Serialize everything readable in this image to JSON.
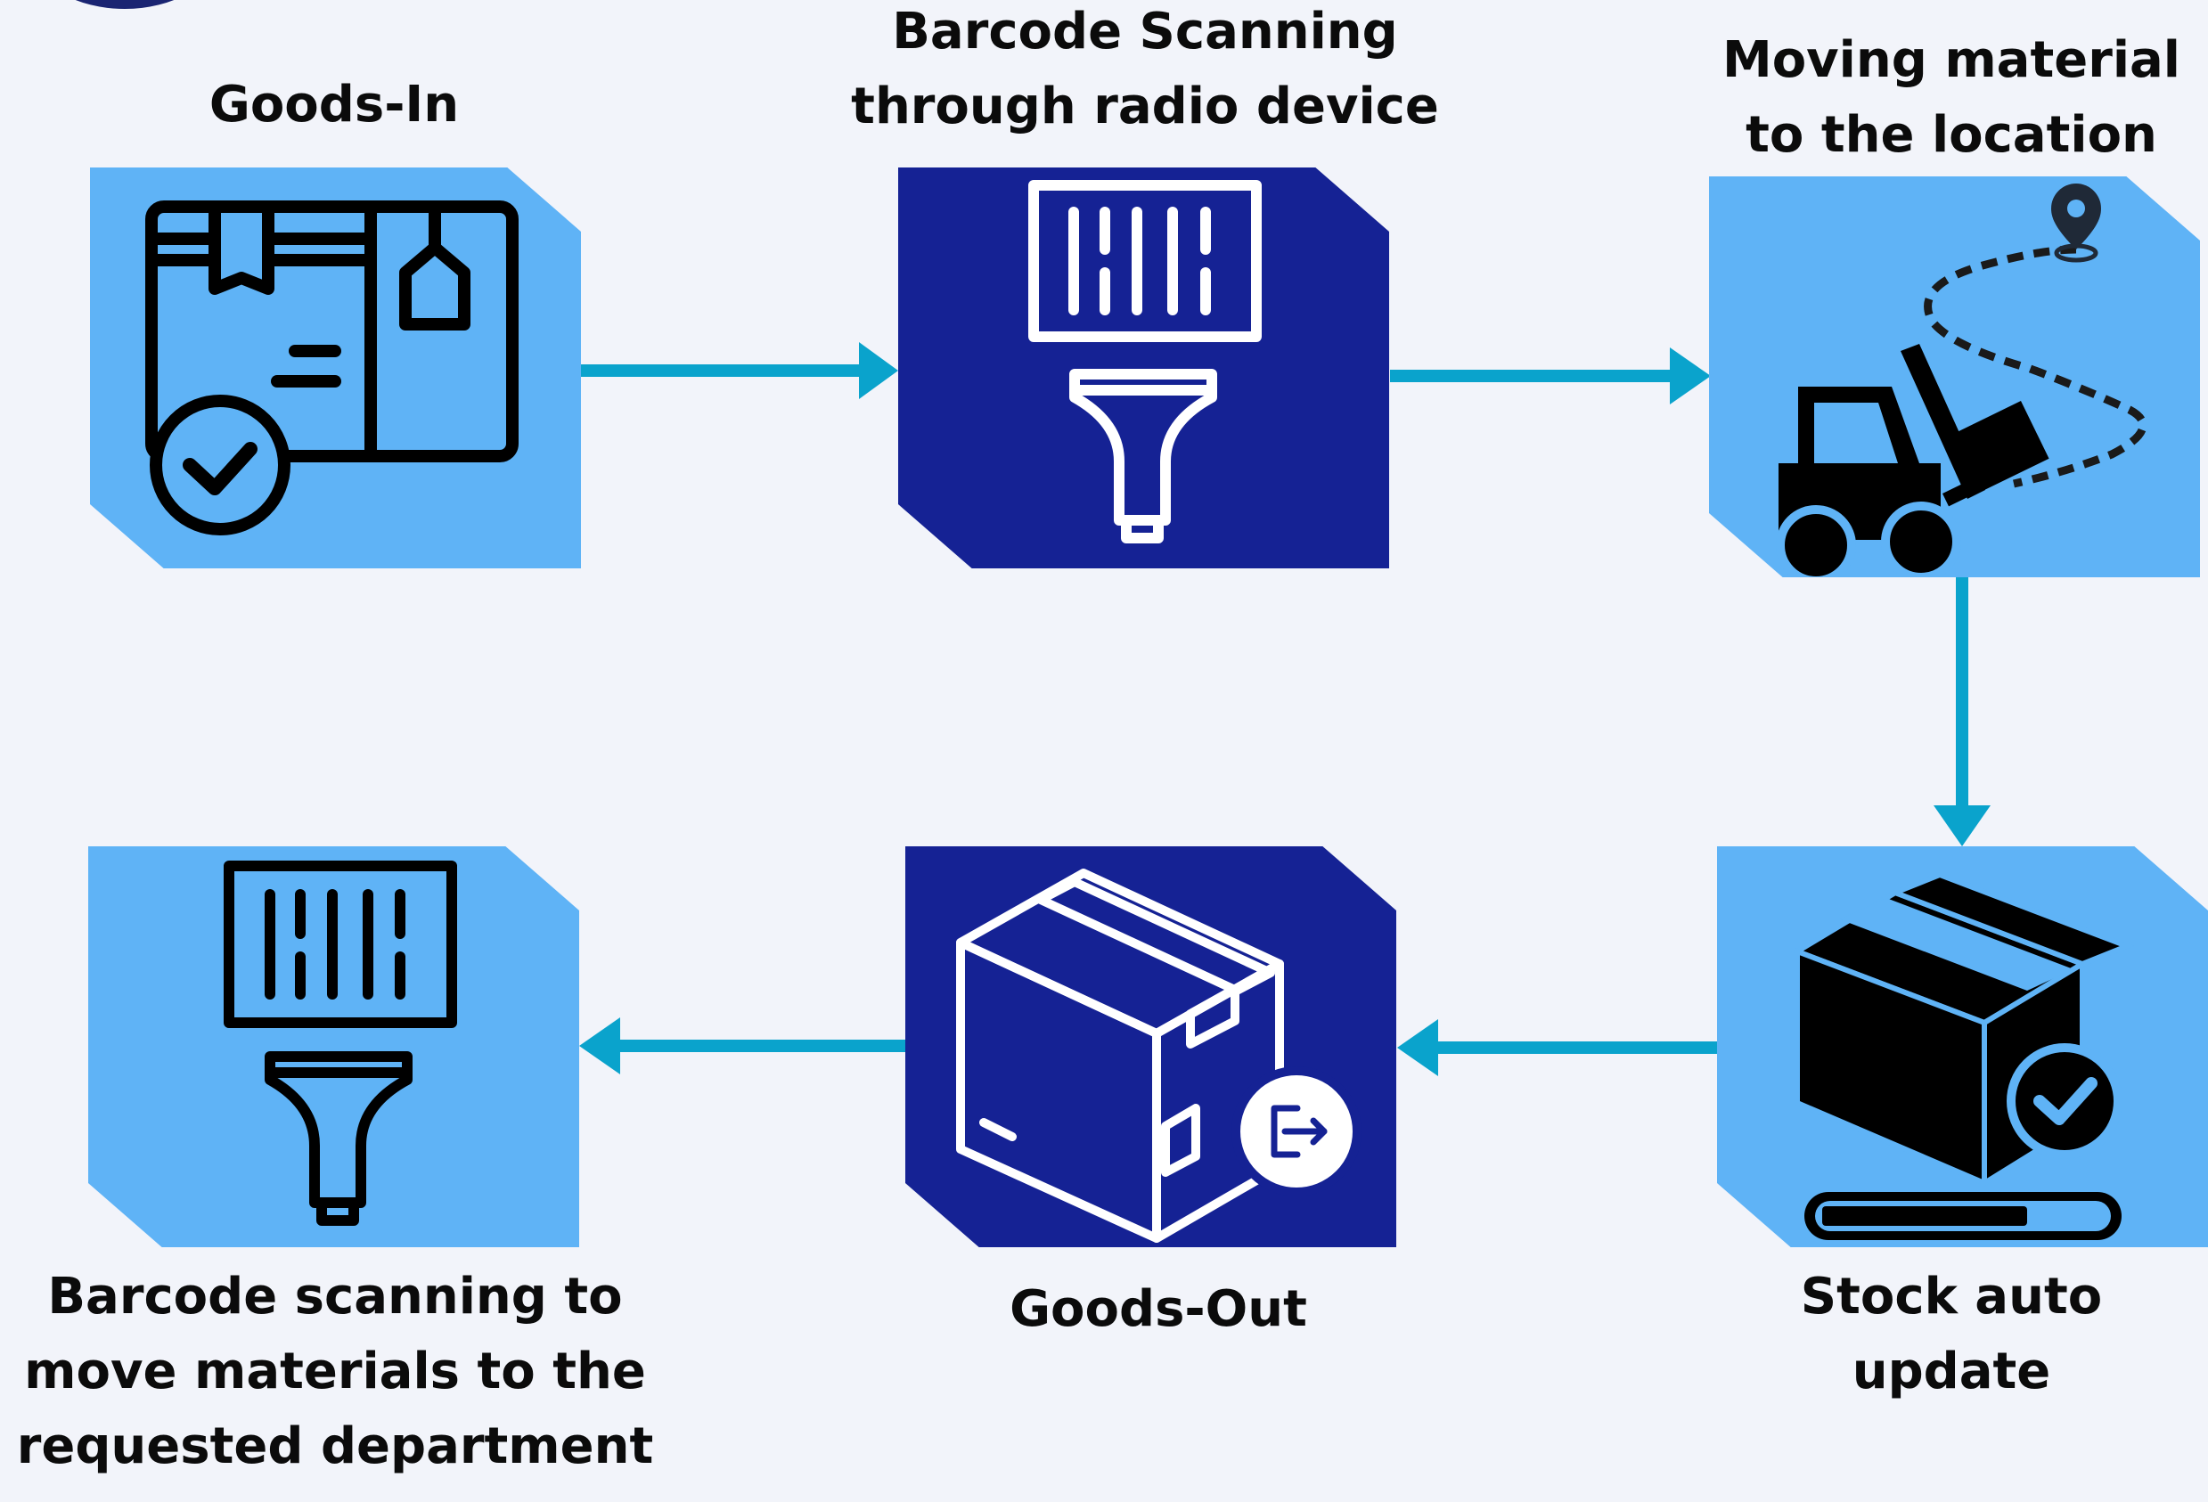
{
  "steps": {
    "goods_in": {
      "label": "Goods-In",
      "icon": "goods-received-box-icon"
    },
    "barcode_scanning": {
      "label_lines": [
        "Barcode Scanning",
        "through radio device"
      ],
      "icon": "barcode-scanner-icon"
    },
    "moving_material": {
      "label_lines": [
        "Moving material",
        "to the location"
      ],
      "icon": "forklift-route-icon"
    },
    "stock_update": {
      "label_lines": [
        "Stock auto",
        "update"
      ],
      "icon": "stock-box-check-icon"
    },
    "goods_out": {
      "label": "Goods-Out",
      "icon": "box-export-icon"
    },
    "barcode_move": {
      "label_lines": [
        "Barcode scanning to",
        "move materials to the",
        "requested department"
      ],
      "icon": "barcode-scanner-icon"
    }
  },
  "colors": {
    "card_light": "#5fb3f6",
    "card_dark": "#152294",
    "arrow": "#0aa3cc",
    "background": "#f2f4fa",
    "text": "#0b0b0b"
  }
}
